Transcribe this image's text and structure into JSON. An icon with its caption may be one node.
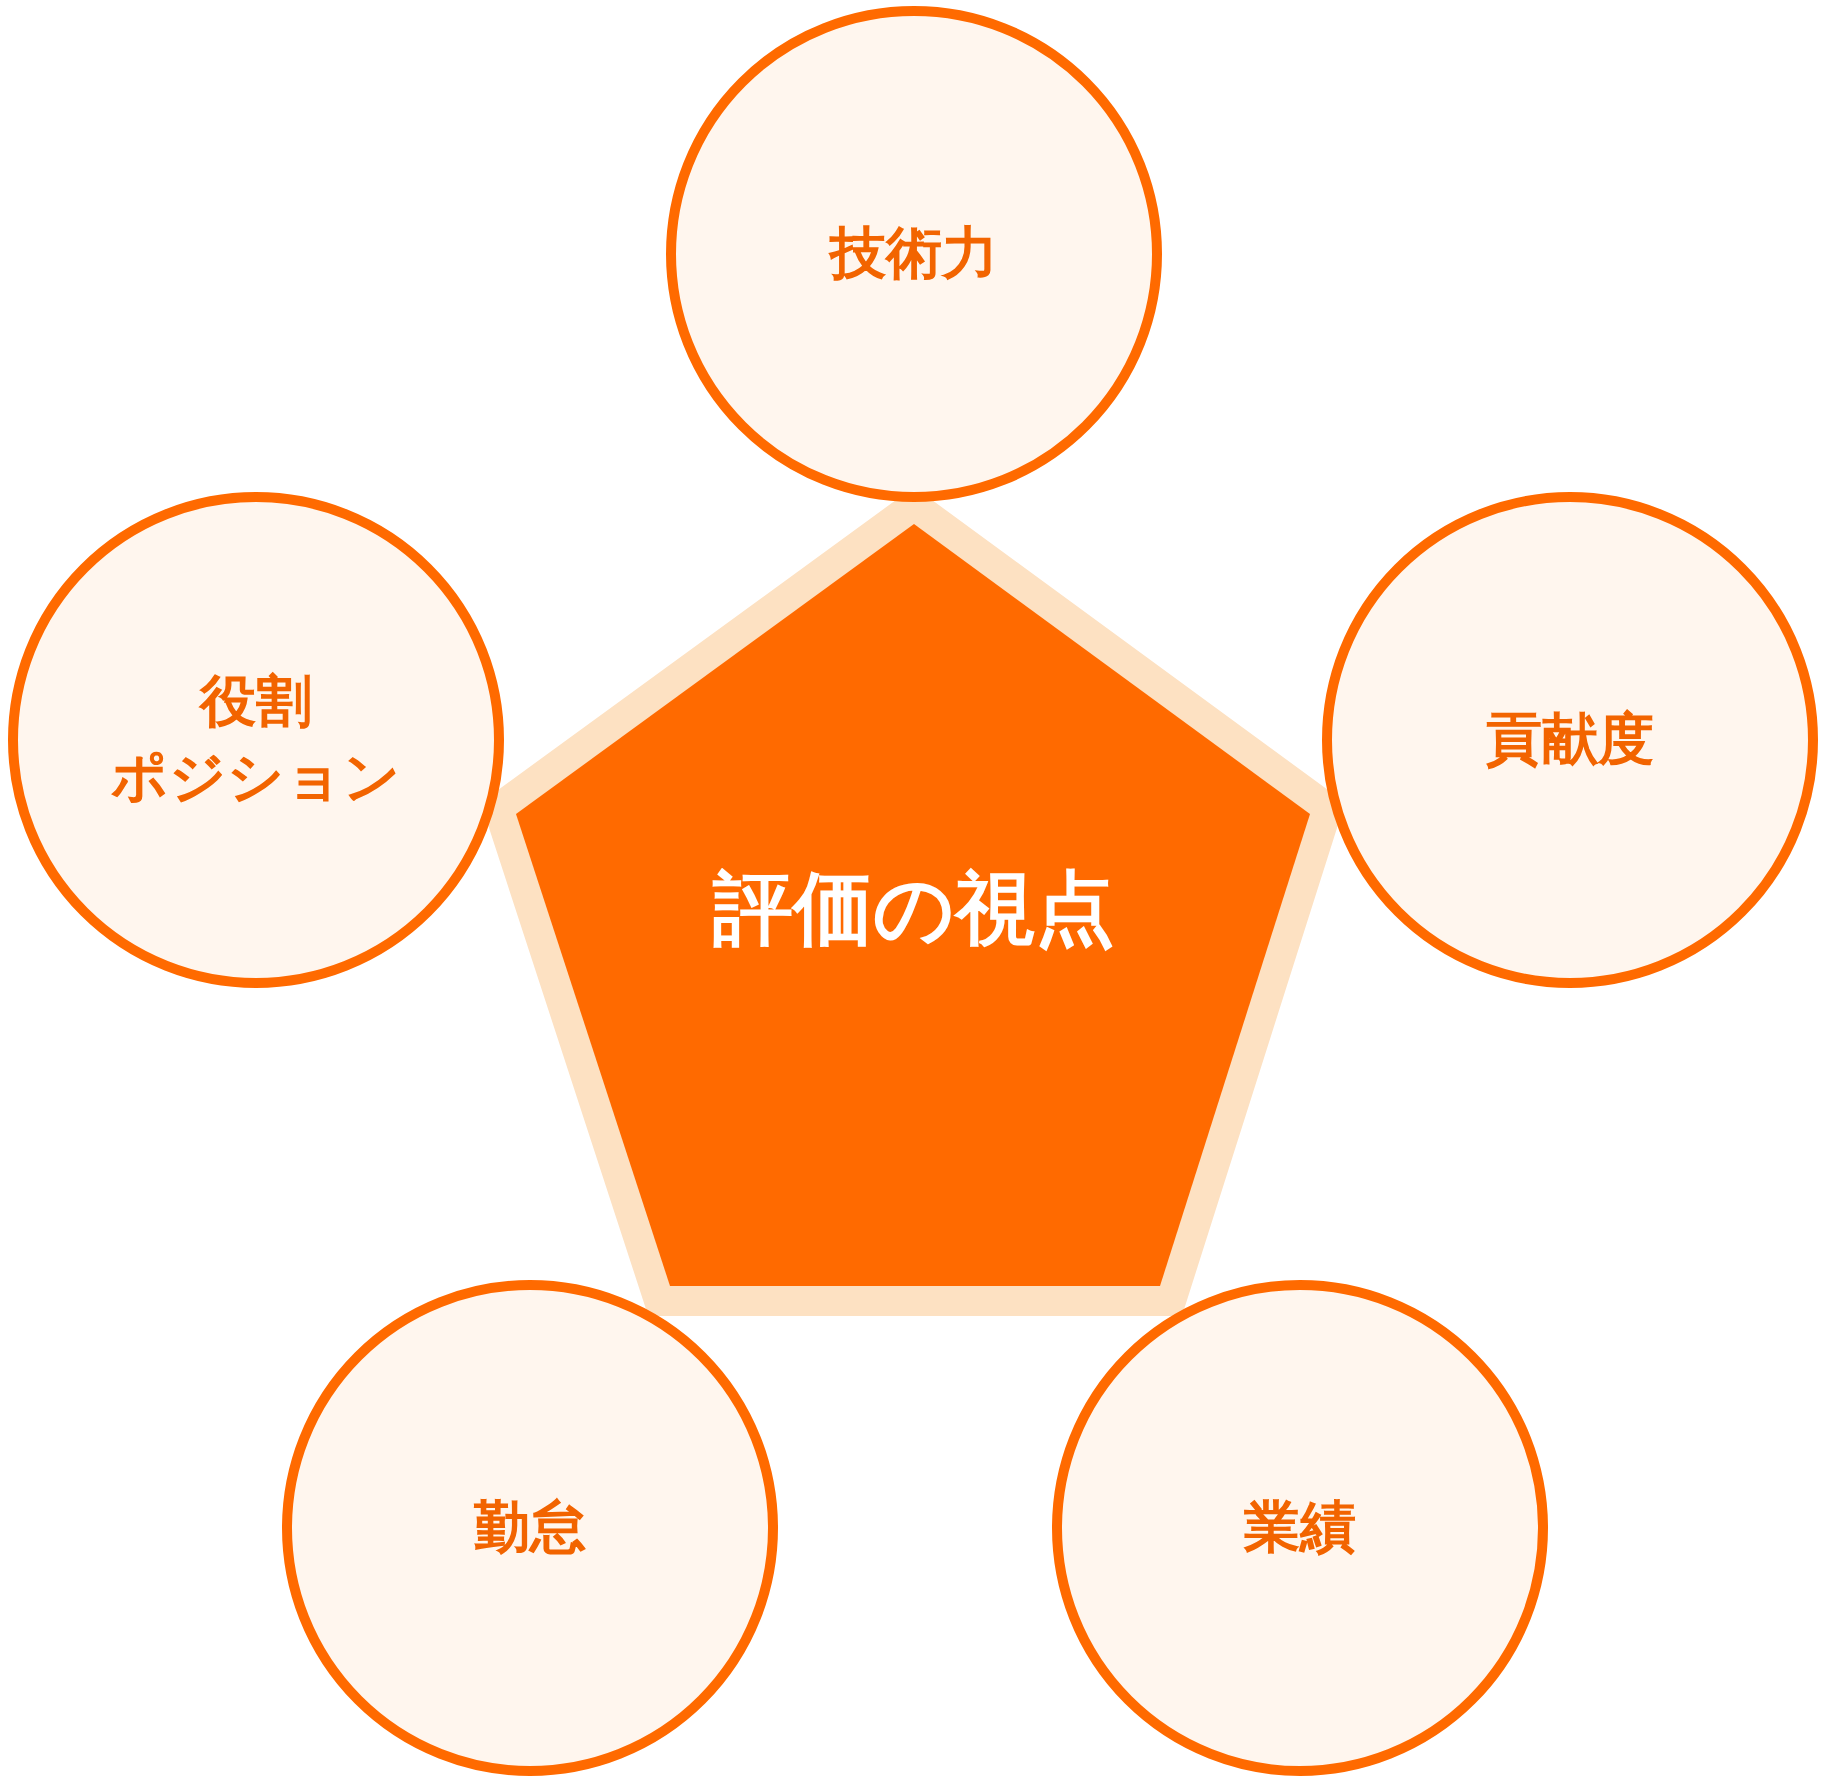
{
  "diagram": {
    "nodes": [
      {
        "text": [
          "技術力"
        ]
      },
      {
        "text": [
          "役割",
          "ポジション"
        ]
      },
      {
        "text": [
          "貢献度"
        ]
      },
      {
        "text": [
          "評価の視点"
        ]
      },
      {
        "text": [
          "勤怠"
        ]
      },
      {
        "text": [
          "業績"
        ]
      }
    ],
    "edges": []
  }
}
